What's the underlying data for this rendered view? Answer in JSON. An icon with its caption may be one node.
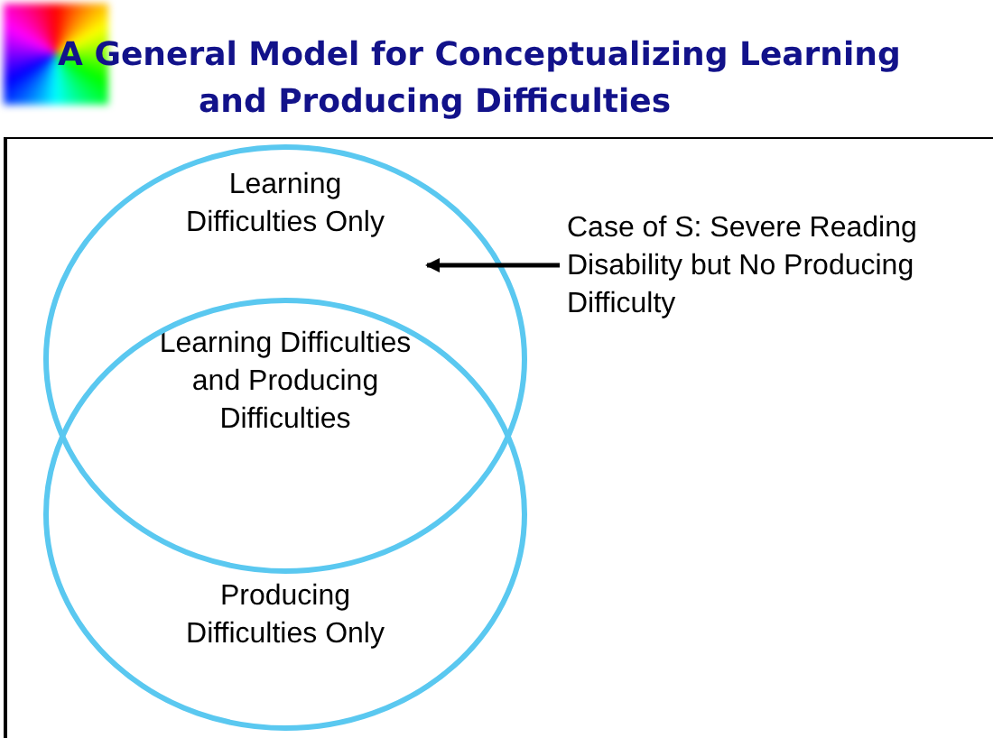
{
  "diagram": {
    "title": "A General Model for Conceptualizing Learning and Producing Difficulties",
    "nodes": [
      {
        "text": [
          "Learning Difficulties Only"
        ]
      },
      {
        "text": [
          "Learning Difficulties and Producing Difficulties"
        ]
      },
      {
        "text": [
          "Producing Difficulties Only"
        ]
      },
      {
        "text": [
          "Case of S: Severe Reading Disability but No Producing Difficulty"
        ]
      }
    ],
    "edges": [
      {
        "from": 3,
        "to": 0,
        "arrow": "to"
      }
    ]
  }
}
